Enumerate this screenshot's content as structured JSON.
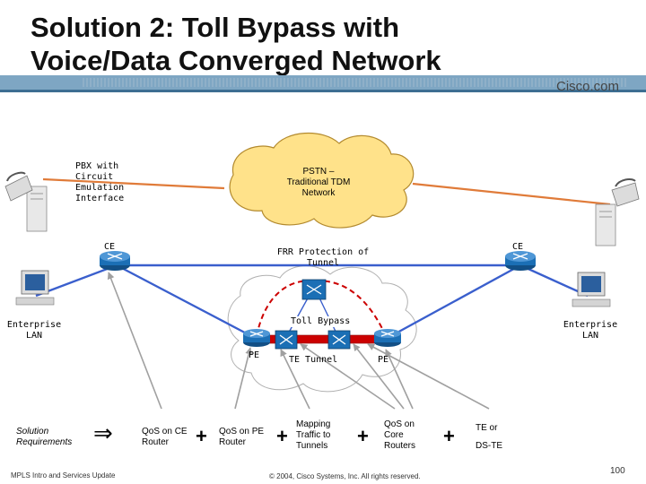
{
  "slide": {
    "title_line1": "Solution 2: Toll Bypass with",
    "title_line2": "Voice/Data Converged Network",
    "brand": "Cisco.com",
    "footer_left": "MPLS Intro and Services Update",
    "footer_center": "© 2004, Cisco Systems, Inc. All rights reserved.",
    "page_number": "100"
  },
  "diagram": {
    "pbx_label": [
      "PBX with",
      "Circuit",
      "Emulation",
      "Interface"
    ],
    "pstn_label": [
      "PSTN –",
      "Traditional TDM",
      "Network"
    ],
    "ce_left": "CE",
    "ce_right": "CE",
    "frr_label": [
      "FRR Protection of",
      "Tunnel"
    ],
    "toll_bypass": "Toll Bypass",
    "enterprise_left": [
      "Enterprise",
      "LAN"
    ],
    "enterprise_right": [
      "Enterprise",
      "LAN"
    ],
    "pe_left": "PE",
    "pe_right": "PE",
    "te_tunnel": "TE Tunnel",
    "colors": {
      "tdm_line": "#e07b39",
      "ethernet_line": "#3a5fcd",
      "tunnel": "#cc0000",
      "router": "#1b6fb5",
      "cloud_pstn": "#ffe28a"
    }
  },
  "requirements": {
    "solution_label": [
      "Solution",
      "Requirements"
    ],
    "implies_symbol": "⇒",
    "plus_symbol": "+",
    "items": [
      [
        "QoS on CE",
        "Router"
      ],
      [
        "QoS on PE",
        "Router"
      ],
      [
        "Mapping",
        "Traffic to",
        "Tunnels"
      ],
      [
        "QoS on",
        "Core",
        "Routers"
      ],
      [
        "TE or",
        "DS-TE"
      ]
    ]
  }
}
